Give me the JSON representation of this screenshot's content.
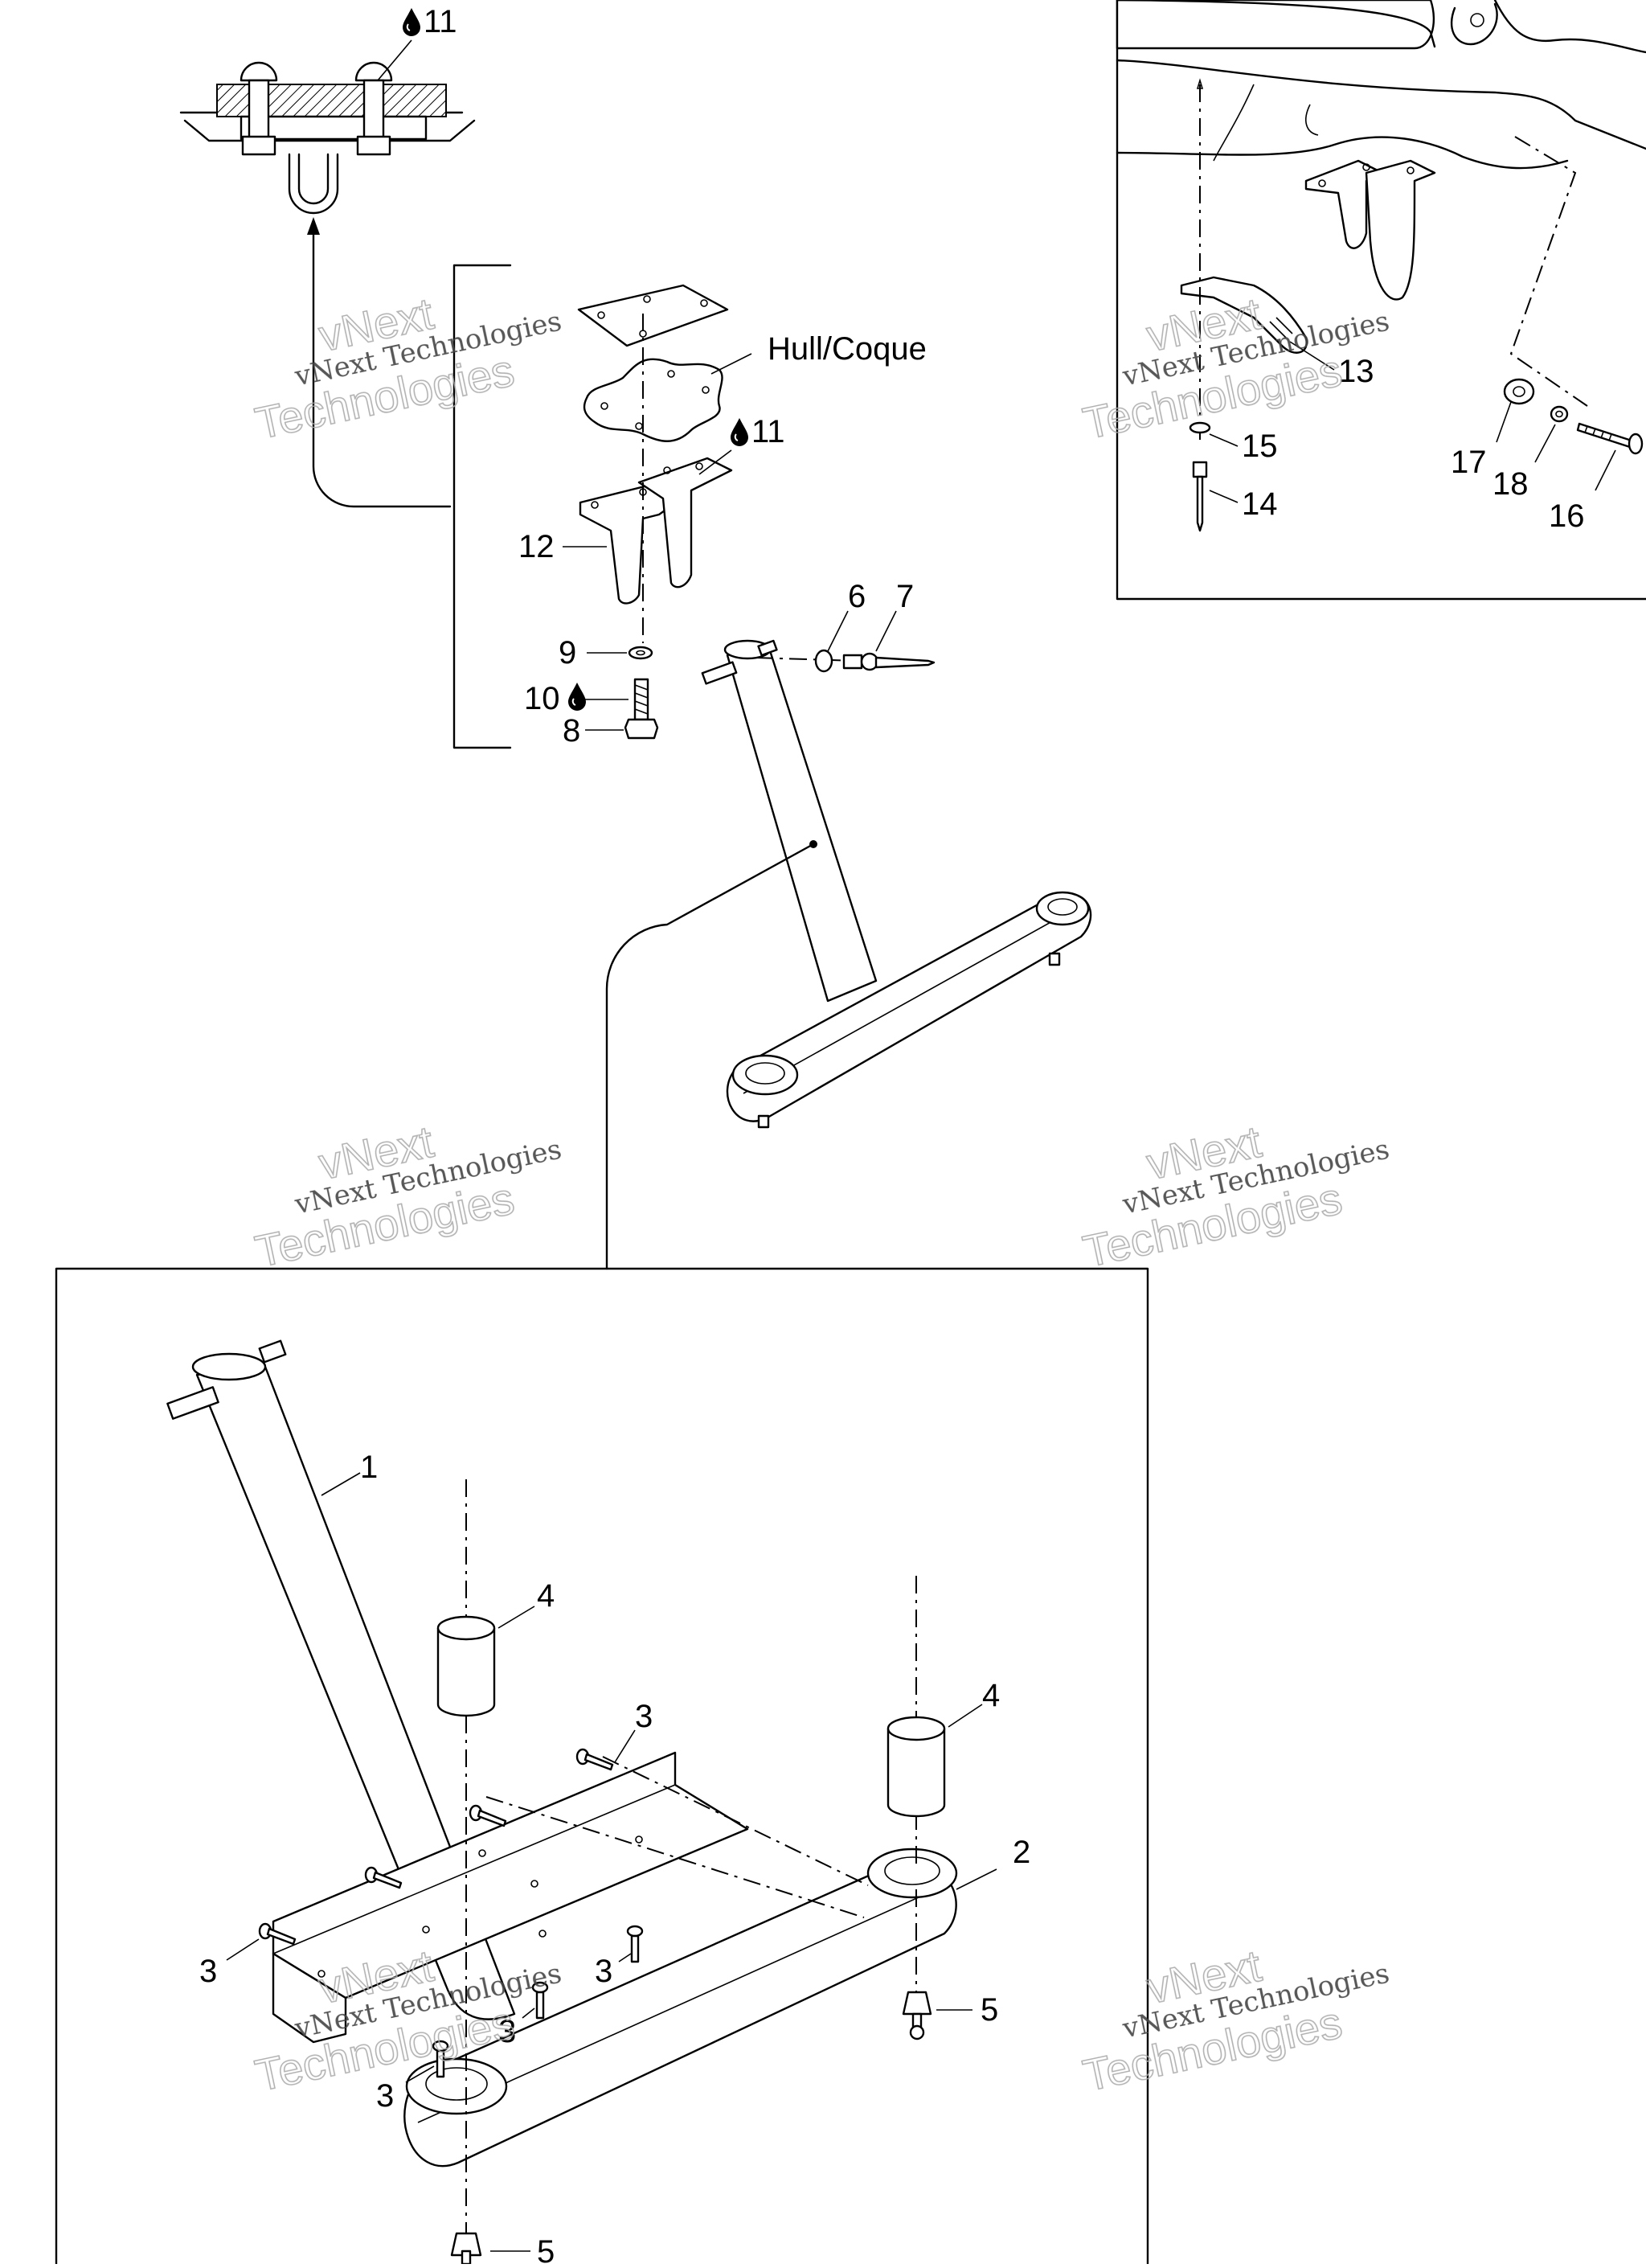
{
  "diagram": {
    "part_labels": {
      "p1": "1",
      "p2": "2",
      "p3a": "3",
      "p3b": "3",
      "p3c": "3",
      "p3d": "3",
      "p3e": "3",
      "p4a": "4",
      "p4b": "4",
      "p5a": "5",
      "p5b": "5",
      "p6": "6",
      "p7": "7",
      "p8": "8",
      "p9": "9",
      "p10": "10",
      "p11a": "11",
      "p11b": "11",
      "p12": "12",
      "p13": "13",
      "p14": "14",
      "p15": "15",
      "p16": "16",
      "p17": "17",
      "p18": "18"
    },
    "hull_label": "Hull/Coque",
    "watermark": {
      "line1": "vNext Technologies",
      "line2": "vNext",
      "line3": "Technologies"
    },
    "icons": {
      "fluid_drop": "drop-icon"
    }
  }
}
